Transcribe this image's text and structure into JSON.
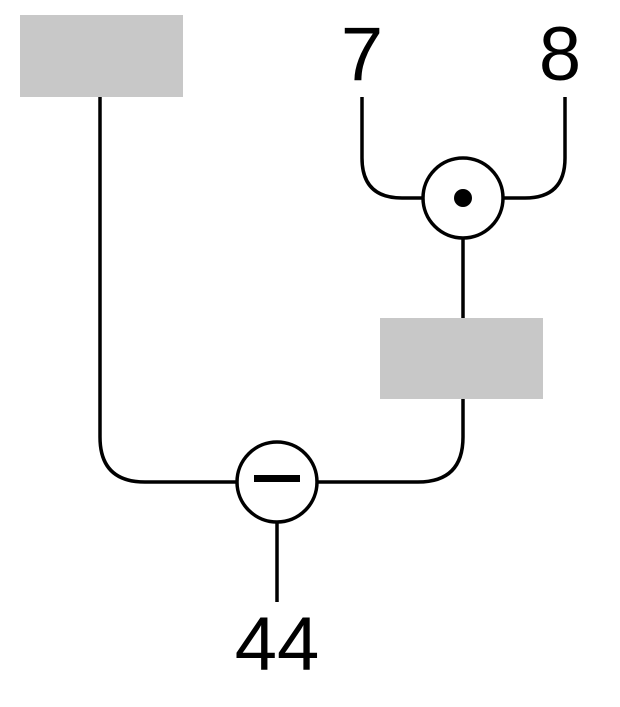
{
  "colors": {
    "line": "#000000",
    "box_fill": "#c8c8c8",
    "background": "#ffffff"
  },
  "operand_top_left": "7",
  "operand_top_right": "8",
  "result": "44",
  "operators": {
    "top": "multiply-dot",
    "bottom": "minus"
  },
  "blank_boxes": [
    "blank-box-left",
    "blank-box-right"
  ]
}
